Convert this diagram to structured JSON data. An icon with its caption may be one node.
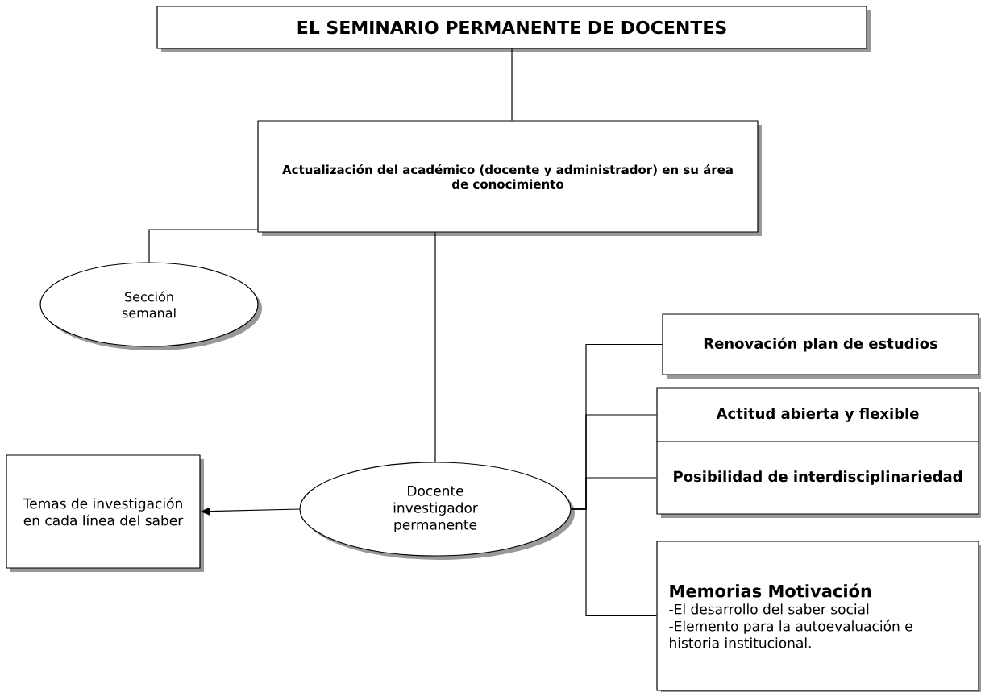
{
  "diagram": {
    "nodes": [
      {
        "text": [
          "EL SEMINARIO PERMANENTE DE DOCENTES"
        ]
      },
      {
        "text": [
          "Actualización del académico (docente y administrador) en su área de conocimiento"
        ]
      },
      {
        "text": [
          "Sección semanal"
        ]
      },
      {
        "text": [
          "Docente investigador permanente"
        ]
      },
      {
        "text": [
          "Temas de investigación en cada línea del saber"
        ]
      },
      {
        "text": [
          "Renovación plan de estudios"
        ]
      },
      {
        "text": [
          "Actitud abierta y flexible"
        ]
      },
      {
        "text": [
          "Posibilidad de interdisciplinariedad"
        ]
      },
      {
        "text": [
          "Memorias Motivación",
          "-El desarrollo del saber social",
          "-Elemento para la autoevaluación e historia institucional."
        ]
      }
    ],
    "edges": [
      {
        "from": 0,
        "to": 1,
        "arrow": "none"
      },
      {
        "from": 1,
        "to": 2,
        "arrow": "none"
      },
      {
        "from": 1,
        "to": 3,
        "arrow": "none"
      },
      {
        "from": 3,
        "to": 4,
        "arrow": "to"
      },
      {
        "from": 3,
        "to": 5,
        "arrow": "none"
      },
      {
        "from": 3,
        "to": 6,
        "arrow": "none"
      },
      {
        "from": 3,
        "to": 7,
        "arrow": "none"
      },
      {
        "from": 3,
        "to": 8,
        "arrow": "none"
      }
    ]
  }
}
